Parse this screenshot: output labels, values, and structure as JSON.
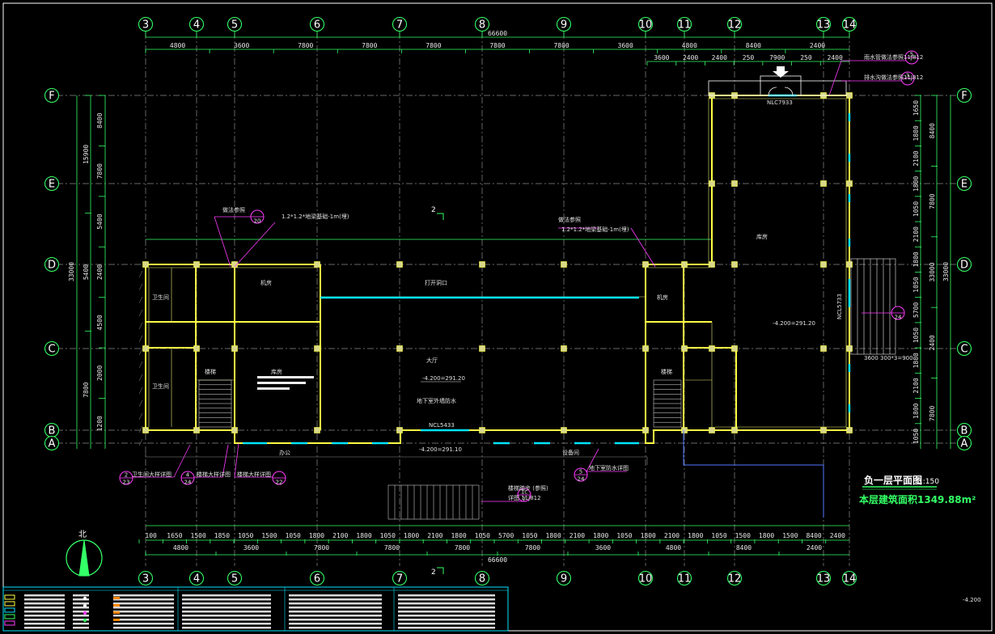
{
  "axes_top": [
    "3",
    "4",
    "5",
    "6",
    "7",
    "8",
    "9",
    "10",
    "11",
    "12",
    "13",
    "14"
  ],
  "axes_side": [
    "F",
    "E",
    "D",
    "C",
    "B",
    "A"
  ],
  "top_total": "66600",
  "top_row1": [
    "4800",
    "3600",
    "7800",
    "7800",
    "7800",
    "7800",
    "7800",
    "3600",
    "4800",
    "8400",
    "2400"
  ],
  "top_row2": [
    "3600",
    "2400",
    "2400",
    "250",
    "7900",
    "250",
    "2400"
  ],
  "bottom_row1": [
    "100",
    "1650",
    "1500",
    "1850",
    "1050",
    "1500",
    "1050",
    "1800",
    "2100",
    "1800",
    "1050",
    "1800",
    "2100",
    "1800",
    "1050",
    "5700",
    "1050",
    "1800",
    "2100",
    "1800",
    "1050",
    "1800",
    "2100",
    "1800",
    "1050",
    "1500",
    "1800",
    "1500",
    "8400",
    "2400"
  ],
  "bottom_row2": [
    "4800",
    "3600",
    "7800",
    "7800",
    "7800",
    "7800",
    "3600",
    "4800",
    "8400",
    "2400"
  ],
  "bottom_total": "66600",
  "left_dims_outer": [
    "8400",
    "7800",
    "5400",
    "2400",
    "4500",
    "2000",
    "1200"
  ],
  "left_dims_inner": [
    "15900",
    "5400",
    "7800"
  ],
  "left_total": "33000",
  "right_dims": [
    "1650",
    "1800",
    "2100",
    "1800",
    "1050",
    "2100",
    "1800",
    "1050",
    "5700",
    "1050",
    "1800",
    "2100",
    "1800",
    "1050"
  ],
  "right_outer": [
    "8400",
    "7800",
    "33000",
    "2400",
    "7800"
  ],
  "labels": {
    "atrium": "打开洞口",
    "hall": "大厅",
    "elev_main": "-4.200=291.20",
    "elev_low": "-4.200=291.10",
    "elev_right": "-4.200=291.20",
    "elev_corner": "-4.200",
    "window_ncl": "NCL5433",
    "window_top": "NLC7933",
    "window_side": "NCL5733",
    "door_right_note": "3600  300*3=900",
    "storage": "库房",
    "stair_note": "楼梯踏步 (参照)",
    "stair_detail": "详图 11J812",
    "note_top_left": "1.2*1.2*地梁基础-1m(埋)",
    "note_top_center": "1.2*1.2*地梁基础-1m(埋)",
    "note_left_callout": "做法参照",
    "note_right_callout": "做法参照",
    "callout_bottom_1": "卫生间大样详图",
    "callout_bottom_2": "楼梯大样详图",
    "callout_bottom_3": "楼梯大样详图",
    "callout_bottom_4": "地下室防水详图",
    "callout_right_1": "雨水管做法参照11J812",
    "callout_right_2": "排水沟做法参照11J812",
    "bubble_20": "20",
    "bubble_22": "22",
    "bubble_23": "23",
    "bubble_24a": "24",
    "bubble_24b": "24",
    "bubble_24c": "24",
    "bubble_7": "7",
    "bubble_5top": "5",
    "bubble_3top": "3",
    "bubble_2": "2",
    "bubble_4": "4",
    "bubble_5": "5",
    "bubble_1c": "1c",
    "lower_hall": "地下室外墙防水",
    "rooms": [
      "卫生间",
      "卫生间",
      "楼梯",
      "楼梯",
      "机房",
      "机房",
      "库房",
      "办公",
      "设备间"
    ]
  },
  "north_label": "北",
  "drawing_title": "负一层平面图",
  "scale": "1:150",
  "area": "本层建筑面积1349.88m²",
  "colors": {
    "wall": "#ffff44",
    "axis": "#33ff66",
    "grid": "#9a9a9a",
    "callout": "#ff3cff",
    "glass": "#00e5ff",
    "dim": "#e8e8e8"
  }
}
